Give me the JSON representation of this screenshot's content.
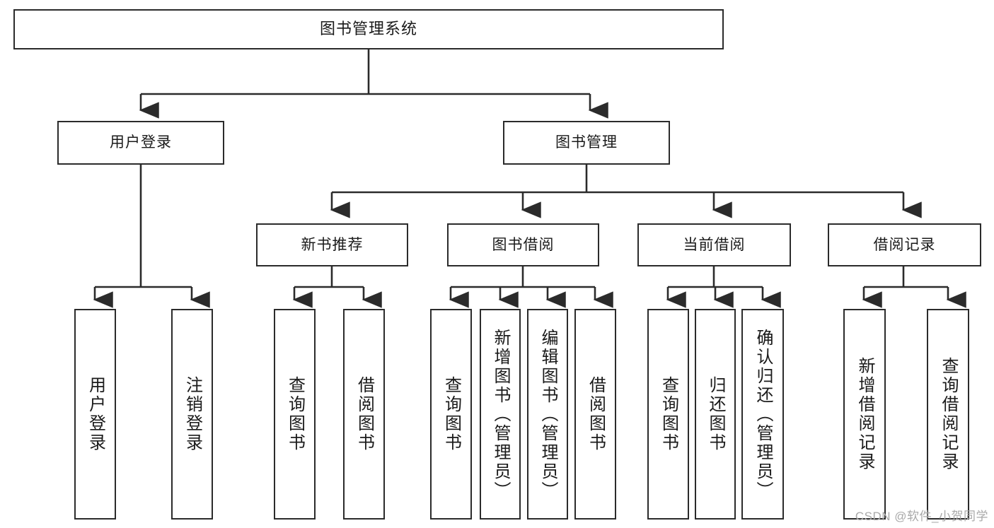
{
  "diagram": {
    "title": "图书管理系统",
    "type": "tree-hierarchy",
    "watermark": "CSDN @软件_小贺同学",
    "style": {
      "box_fill": "#ffffff",
      "box_stroke": "#2b2b2b",
      "connector": "#2b2b2b",
      "text": "#1a1a1a",
      "watermark_color": "#a9a9a9",
      "background": "#ffffff"
    },
    "nodes": {
      "root": {
        "label": "图书管理系统"
      },
      "level2": [
        {
          "label": "用户登录"
        },
        {
          "label": "图书管理"
        }
      ],
      "level3": [
        {
          "label": "新书推荐"
        },
        {
          "label": "图书借阅"
        },
        {
          "label": "当前借阅"
        },
        {
          "label": "借阅记录"
        }
      ],
      "leaves": {
        "user_login": [
          {
            "label": "用户登录"
          },
          {
            "label": "注销登录"
          }
        ],
        "new_book": [
          {
            "label": "查询图书"
          },
          {
            "label": "借阅图书"
          }
        ],
        "borrow_book": [
          {
            "label": "查询图书"
          },
          {
            "label": "新增图书（管理员）"
          },
          {
            "label": "编辑图书（管理员）"
          },
          {
            "label": "借阅图书"
          }
        ],
        "current_borrow": [
          {
            "label": "查询图书"
          },
          {
            "label": "归还图书"
          },
          {
            "label": "确认归还（管理员）"
          }
        ],
        "borrow_record": [
          {
            "label": "新增借阅记录"
          },
          {
            "label": "查询借阅记录"
          }
        ]
      }
    }
  }
}
